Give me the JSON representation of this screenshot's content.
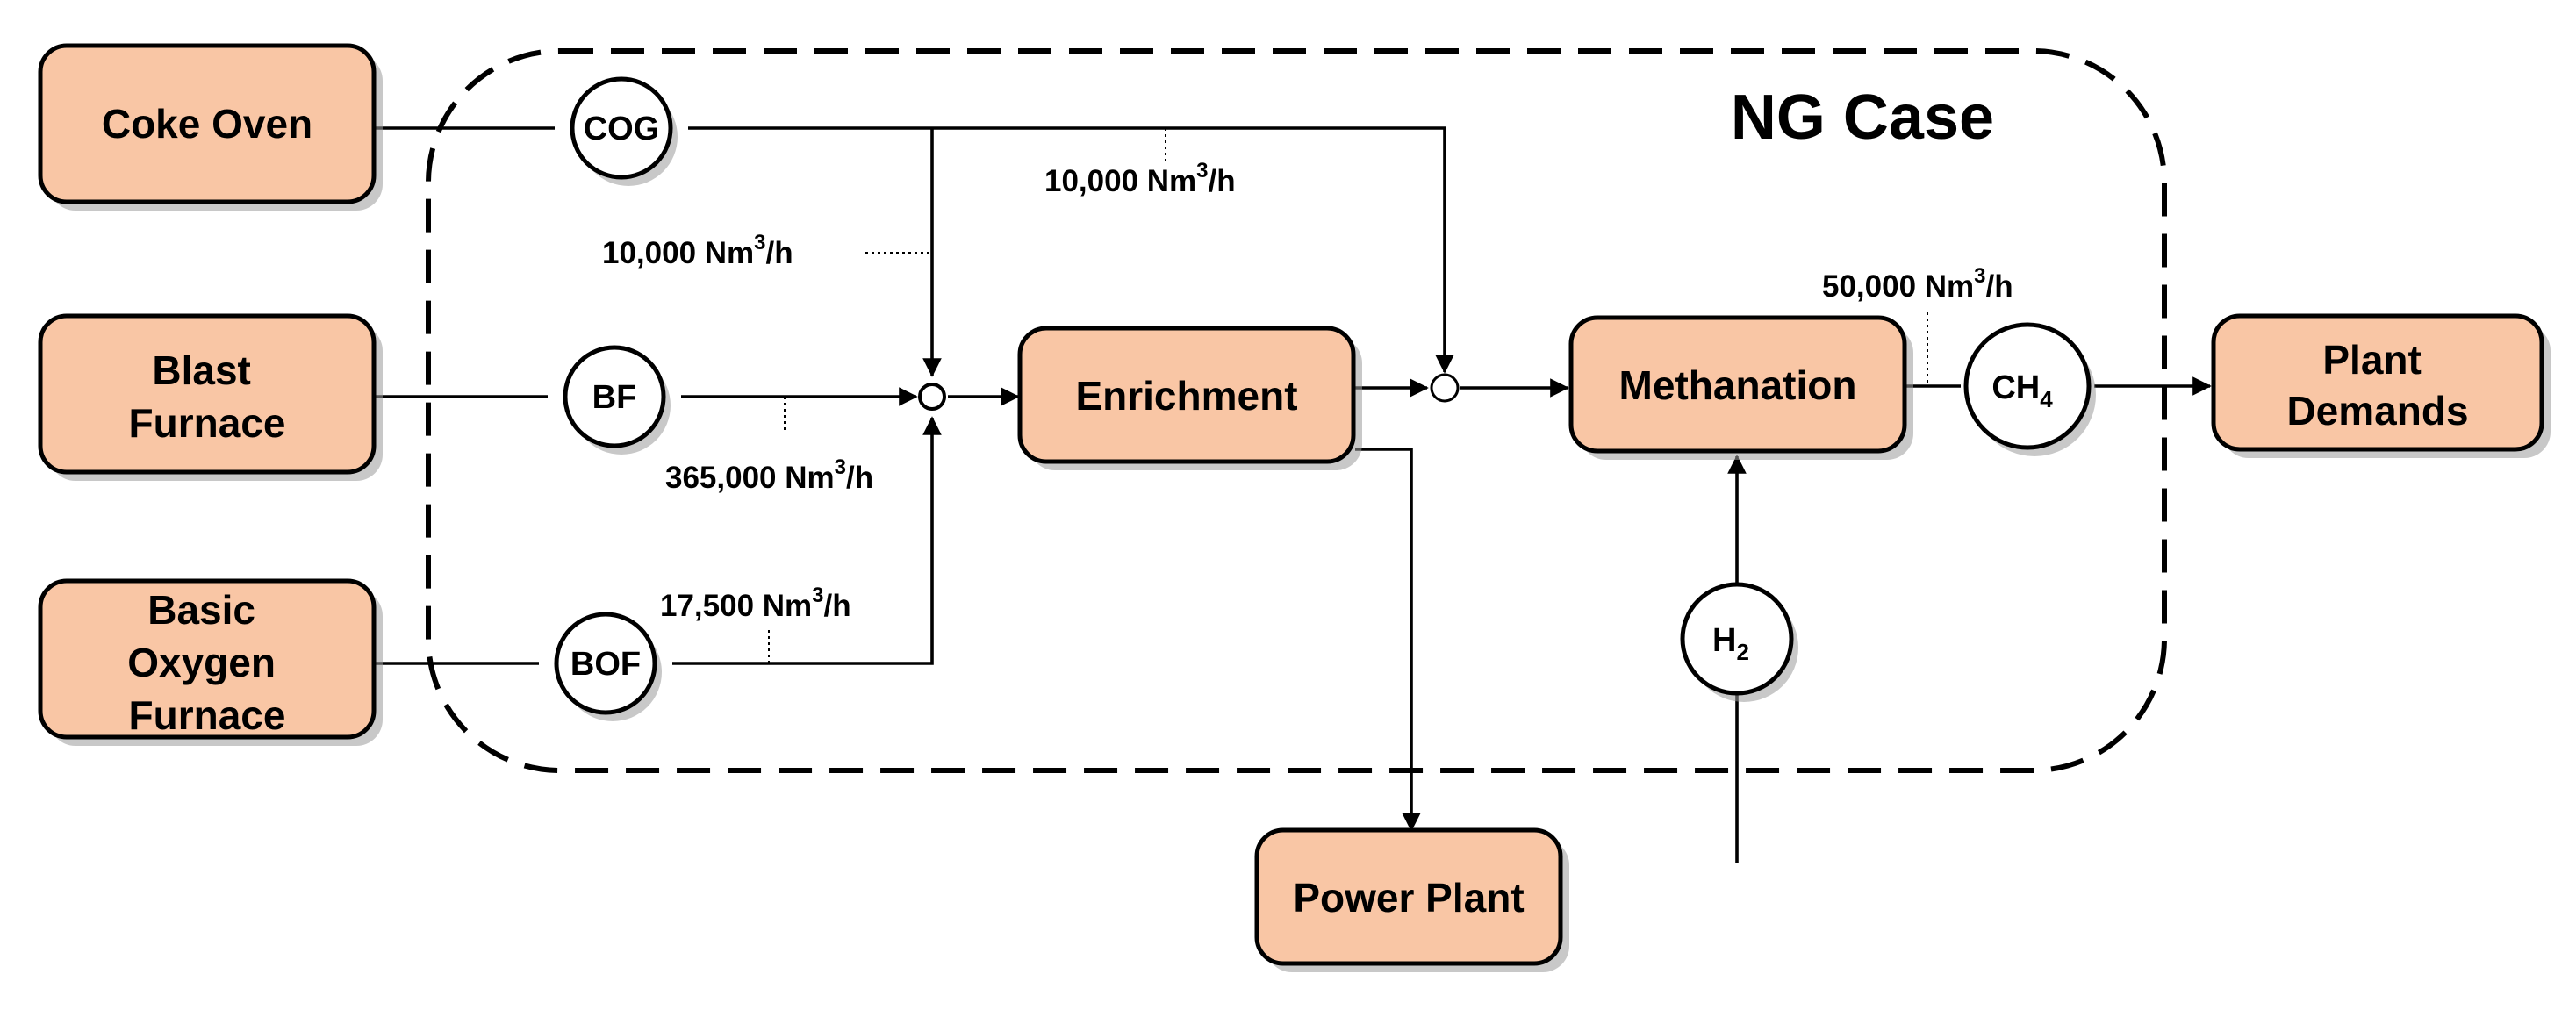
{
  "title": "NG Case",
  "sources": {
    "coke_oven": "Coke Oven",
    "blast_furnace": [
      "Blast",
      "Furnace"
    ],
    "basic_oxygen_furnace": [
      "Basic",
      "Oxygen",
      "Furnace"
    ]
  },
  "gases": {
    "cog": "COG",
    "bf": "BF",
    "bof": "BOF",
    "ch4": {
      "base": "CH",
      "sub": "4"
    },
    "h2": {
      "base": "H",
      "sub": "2"
    }
  },
  "processes": {
    "enrichment": "Enrichment",
    "methanation": "Methanation",
    "power_plant": "Power Plant",
    "plant_demands": [
      "Plant",
      "Demands"
    ]
  },
  "flows": {
    "cog_to_enrichment": {
      "value": "10,000 Nm",
      "sup": "3",
      "unit": "/h"
    },
    "cog_bypass": {
      "value": "10,000 Nm",
      "sup": "3",
      "unit": "/h"
    },
    "bf": {
      "value": "365,000 Nm",
      "sup": "3",
      "unit": "/h"
    },
    "bof": {
      "value": "17,500 Nm",
      "sup": "3",
      "unit": "/h"
    },
    "ch4_out": {
      "value": "50,000 Nm",
      "sup": "3",
      "unit": "/h"
    }
  }
}
